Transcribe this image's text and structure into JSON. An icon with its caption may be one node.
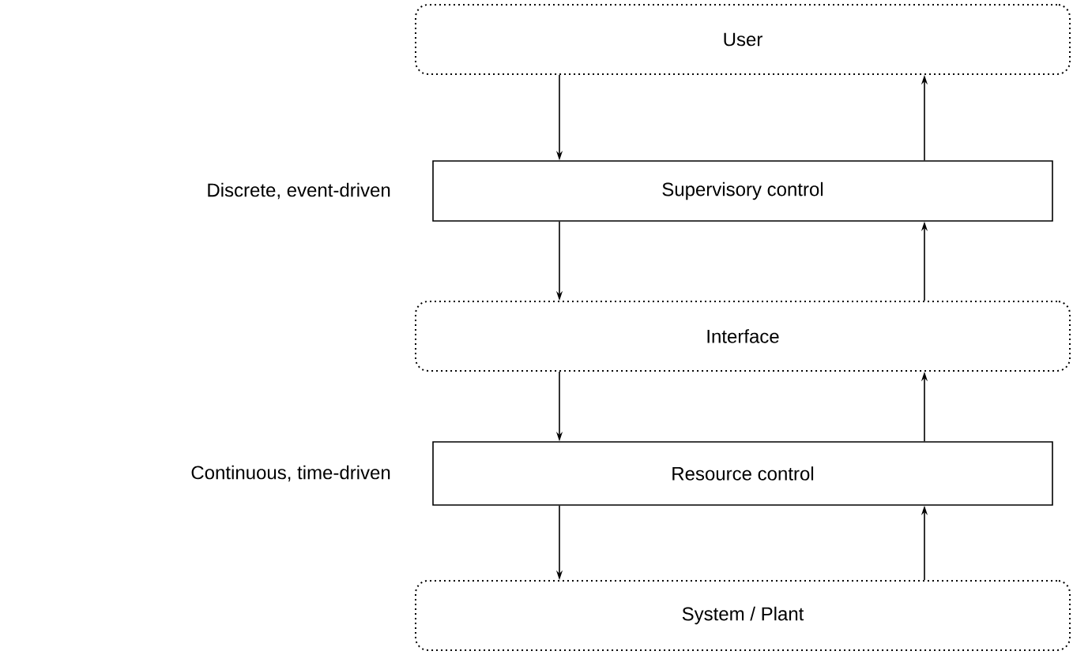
{
  "diagram": {
    "nodes": [
      {
        "text": [
          "User"
        ]
      },
      {
        "text": [
          "Supervisory control"
        ],
        "beside": [
          "Discrete, event-driven"
        ]
      },
      {
        "text": [
          "Interface"
        ]
      },
      {
        "text": [
          "Resource control"
        ],
        "beside": [
          "Continuous, time-driven"
        ]
      },
      {
        "text": [
          "System / Plant"
        ]
      }
    ],
    "edges": [
      {
        "from": 0,
        "to": 1,
        "arrow": "to"
      },
      {
        "from": 1,
        "to": 0,
        "arrow": "to"
      },
      {
        "from": 1,
        "to": 2,
        "arrow": "to"
      },
      {
        "from": 2,
        "to": 1,
        "arrow": "to"
      },
      {
        "from": 2,
        "to": 3,
        "arrow": "to"
      },
      {
        "from": 3,
        "to": 2,
        "arrow": "to"
      },
      {
        "from": 3,
        "to": 4,
        "arrow": "to"
      },
      {
        "from": 4,
        "to": 3,
        "arrow": "to"
      }
    ]
  }
}
